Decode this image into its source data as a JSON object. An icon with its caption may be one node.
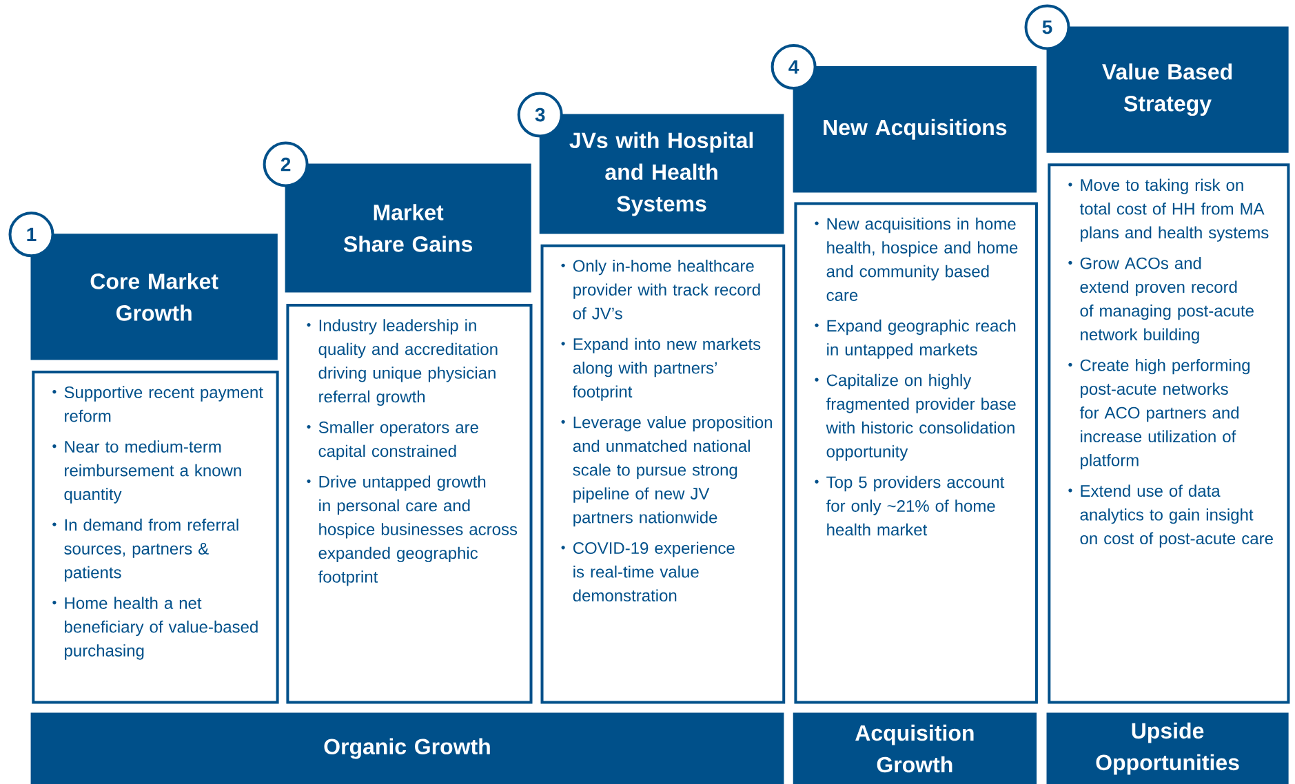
{
  "diagram": {
    "nodes": [
      {
        "text": [
          "1"
        ]
      },
      {
        "text": [
          "Core Market Growth"
        ]
      },
      {
        "text": [
          "Supportive recent payment reform",
          "Near to medium-term reimbursement a known quantity",
          "In demand from referral sources, partners & patients",
          "Home health a net beneficiary of value-based purchasing"
        ]
      },
      {
        "text": [
          "2"
        ]
      },
      {
        "text": [
          "Market Share Gains"
        ]
      },
      {
        "text": [
          "Industry leadership in quality and accreditation driving unique physician referral growth",
          "Smaller operators are capital constrained",
          "Drive untapped growth in personal care and hospice businesses across expanded geographic footprint"
        ]
      },
      {
        "text": [
          "3"
        ]
      },
      {
        "text": [
          "JVs with Hospital and Health Systems"
        ]
      },
      {
        "text": [
          "Only in-home healthcare provider with track record of JV’s",
          "Expand into new markets along with partners’ footprint",
          "Leverage value proposition and unmatched national scale to pursue strong pipeline of new JV partners nationwide",
          "COVID-19 experience is real-time value demonstration"
        ]
      },
      {
        "text": [
          "4"
        ]
      },
      {
        "text": [
          "New Acquisitions"
        ]
      },
      {
        "text": [
          "New acquisitions in home health, hospice and home and community based care",
          "Expand geographic reach in untapped markets",
          "Capitalize on highly fragmented provider base with historic consolidation opportunity",
          "Top 5 providers account for only ~21% of home health market"
        ]
      },
      {
        "text": [
          "5"
        ]
      },
      {
        "text": [
          "Value Based Strategy"
        ]
      },
      {
        "text": [
          "Move to taking risk on total cost of HH from MA plans and health systems",
          "Grow ACOs and extend proven record of managing post-acute network building",
          "Create high performing post-acute networks for ACO partners and increase utilization of platform",
          "Extend use of data analytics to gain insight on cost of post-acute care"
        ]
      },
      {
        "text": [
          "Organic Growth"
        ]
      },
      {
        "text": [
          "Acquisition Growth"
        ]
      },
      {
        "text": [
          "Upside Opportunities"
        ]
      }
    ]
  }
}
